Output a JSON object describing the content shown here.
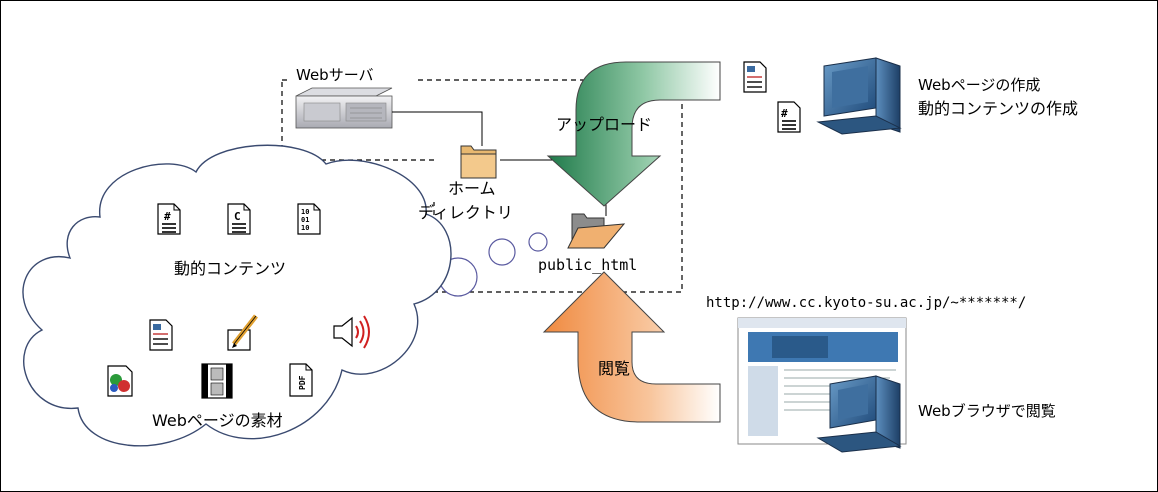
{
  "server_label": "Webサーバ",
  "home_dir_line1": "ホーム",
  "home_dir_line2": "ディレクトリ",
  "public_html": "public_html",
  "upload_label": "アップロード",
  "browse_label": "閲覧",
  "creator_line1": "Webページの作成",
  "creator_line2": "動的コンテンツの作成",
  "url": "http://www.cc.kyoto-su.ac.jp/~*******/",
  "viewer_label": "Webブラウザで閲覧",
  "dynamic_content_label": "動的コンテンツ",
  "materials_label": "Webページの素材",
  "icons": {
    "hash_doc": "#",
    "c_doc": "C",
    "binary_doc": "10 01 10",
    "pdf_doc": "PDF"
  },
  "colors": {
    "upload_arrow": "#2e8b57",
    "browse_arrow": "#f08a40",
    "folder": "#e8b870",
    "monitor": "#3a6a9a"
  }
}
